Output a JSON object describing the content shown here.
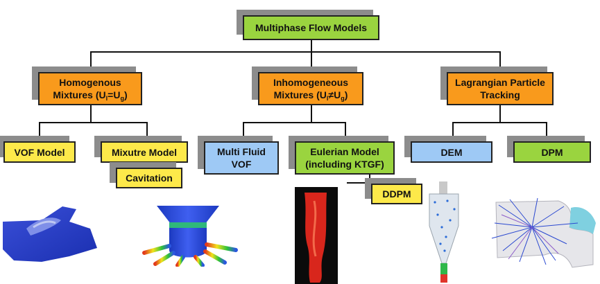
{
  "root": {
    "label": "Multiphase Flow Models",
    "color": "#9ad43f"
  },
  "level1": [
    {
      "name": "homogenous",
      "line1": "Homogenous",
      "line2_pre": "Mixtures (U",
      "s1": "l",
      "op": "=U",
      "s2": "g",
      "close": ")",
      "color": "#f99a1c"
    },
    {
      "name": "inhomogeneous",
      "line1": "Inhomogeneous",
      "line2_pre": "Mixtures (U",
      "s1": "l",
      "op": "≠U",
      "s2": "g",
      "close": ")",
      "color": "#f99a1c"
    },
    {
      "name": "lagrangian",
      "line1": "Lagrangian Particle",
      "line2": "Tracking",
      "color": "#f99a1c"
    }
  ],
  "level2": {
    "vof_model": {
      "label": "VOF Model",
      "color": "#fde94a"
    },
    "mixture_model": {
      "label": "Mixutre Model",
      "color": "#fde94a"
    },
    "cavitation": {
      "label": "Cavitation",
      "color": "#fde94a"
    },
    "multi_fluid_vof": {
      "line1": "Multi Fluid",
      "line2": "VOF",
      "color": "#9ec9f5"
    },
    "eulerian_model": {
      "line1": "Eulerian Model",
      "line2": "(including KTGF)",
      "color": "#9ad43f"
    },
    "ddpm": {
      "label": "DDPM",
      "color": "#fde94a"
    },
    "dem": {
      "label": "DEM",
      "color": "#9ec9f5"
    },
    "dpm": {
      "label": "DPM",
      "color": "#9ad43f"
    }
  },
  "images": [
    {
      "name": "vof-free-surface-render",
      "icon": "wave-surface"
    },
    {
      "name": "cavitation-nozzle-render",
      "icon": "nozzle"
    },
    {
      "name": "eulerian-column-render",
      "icon": "red-column"
    },
    {
      "name": "dem-cyclone-render",
      "icon": "cyclone"
    },
    {
      "name": "dpm-particle-tracks-render",
      "icon": "streamlines"
    }
  ]
}
